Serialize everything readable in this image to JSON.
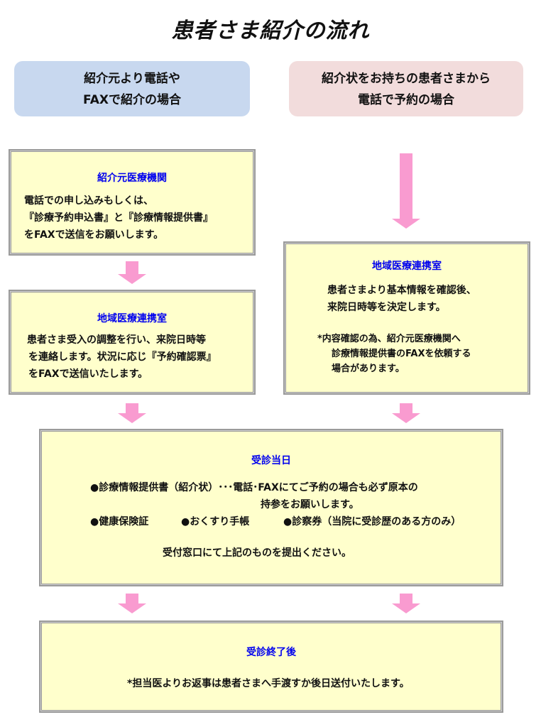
{
  "title": "患者さま紹介の流れ",
  "colors": {
    "accent_blue": "#0000ee",
    "box_fill": "#ffffcc",
    "arrow": "#f99bd0",
    "header_left": "#c8d8ef",
    "header_right": "#f2dcdc"
  },
  "left_header": {
    "line1": "紹介元より電話や",
    "line2": "FAXで紹介の場合"
  },
  "right_header": {
    "line1": "紹介状をお持ちの患者さまから",
    "line2": "電話で予約の場合"
  },
  "box_referrer": {
    "title": "紹介元医療機関",
    "line1": "電話での申し込みもしくは、",
    "line2": "『診療予約申込書』と『診療情報提供書』",
    "line3": "をFAXで送信をお願いします。"
  },
  "box_regional_left": {
    "title": "地域医療連携室",
    "line1": "患者さま受入の調整を行い、来院日時等",
    "line2": "を連絡します。状況に応じ『予約確認票』",
    "line3": "をFAXで送信いたします。"
  },
  "box_regional_right": {
    "title": "地域医療連携室",
    "line1": "患者さまより基本情報を確認後、",
    "line2": "来院日時等を決定します。",
    "note1": "*内容確認の為、紹介元医療機関へ",
    "note2": "診療情報提供書のFAXを依頼する",
    "note3": "場合があります。"
  },
  "box_visit_day": {
    "title": "受診当日",
    "item1": "●診療情報提供書（紹介状）･･･電話･FAXにてご予約の場合も必ず原本の",
    "item1_cont": "持参をお願いします。",
    "item2": "●健康保険証",
    "item3": "●おくすり手帳",
    "item4": "●診察券（当院に受診歴のある方のみ）",
    "footer": "受付窓口にて上記のものを提出ください。"
  },
  "box_after_visit": {
    "title": "受診終了後",
    "text": "*担当医よりお返事は患者さまへ手渡すか後日送付いたします。"
  }
}
